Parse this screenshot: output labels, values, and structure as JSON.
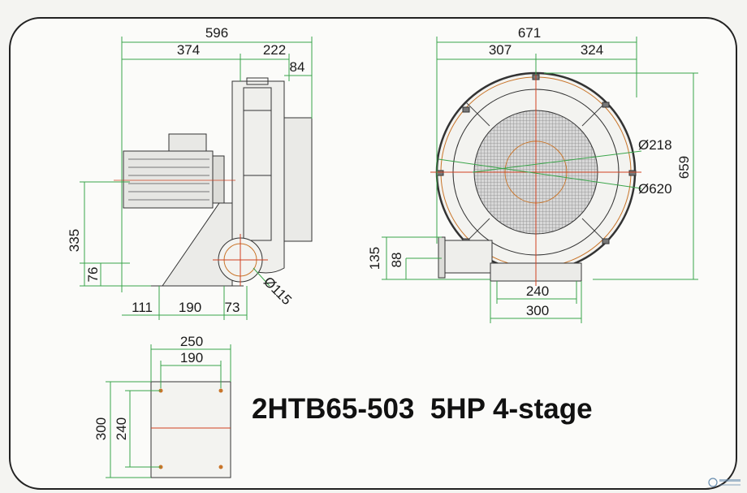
{
  "title": "2HTB65-503  5HP 4-stage",
  "colors": {
    "dimension_line": "#3aa54a",
    "center_line": "#d04020",
    "outline": "#333333",
    "mesh": "#8a8a8a"
  },
  "side_view": {
    "overall_length": "596",
    "left_length": "374",
    "right_length": "222",
    "outlet_length": "84",
    "center_height": "335",
    "base_height": "76",
    "base_front": "111",
    "base_mid": "190",
    "base_rear": "73",
    "inlet_diameter": "Ø115"
  },
  "front_view": {
    "overall_width": "671",
    "left_width": "307",
    "right_width": "324",
    "overall_height": "659",
    "outlet_height": "135",
    "outlet_center": "88",
    "inner_diameter": "Ø218",
    "outer_diameter": "Ø620",
    "base_inner": "240",
    "base_outer": "300"
  },
  "base_plate": {
    "outer_width": "250",
    "hole_spacing_x": "190",
    "outer_depth": "300",
    "hole_spacing_y": "240"
  }
}
